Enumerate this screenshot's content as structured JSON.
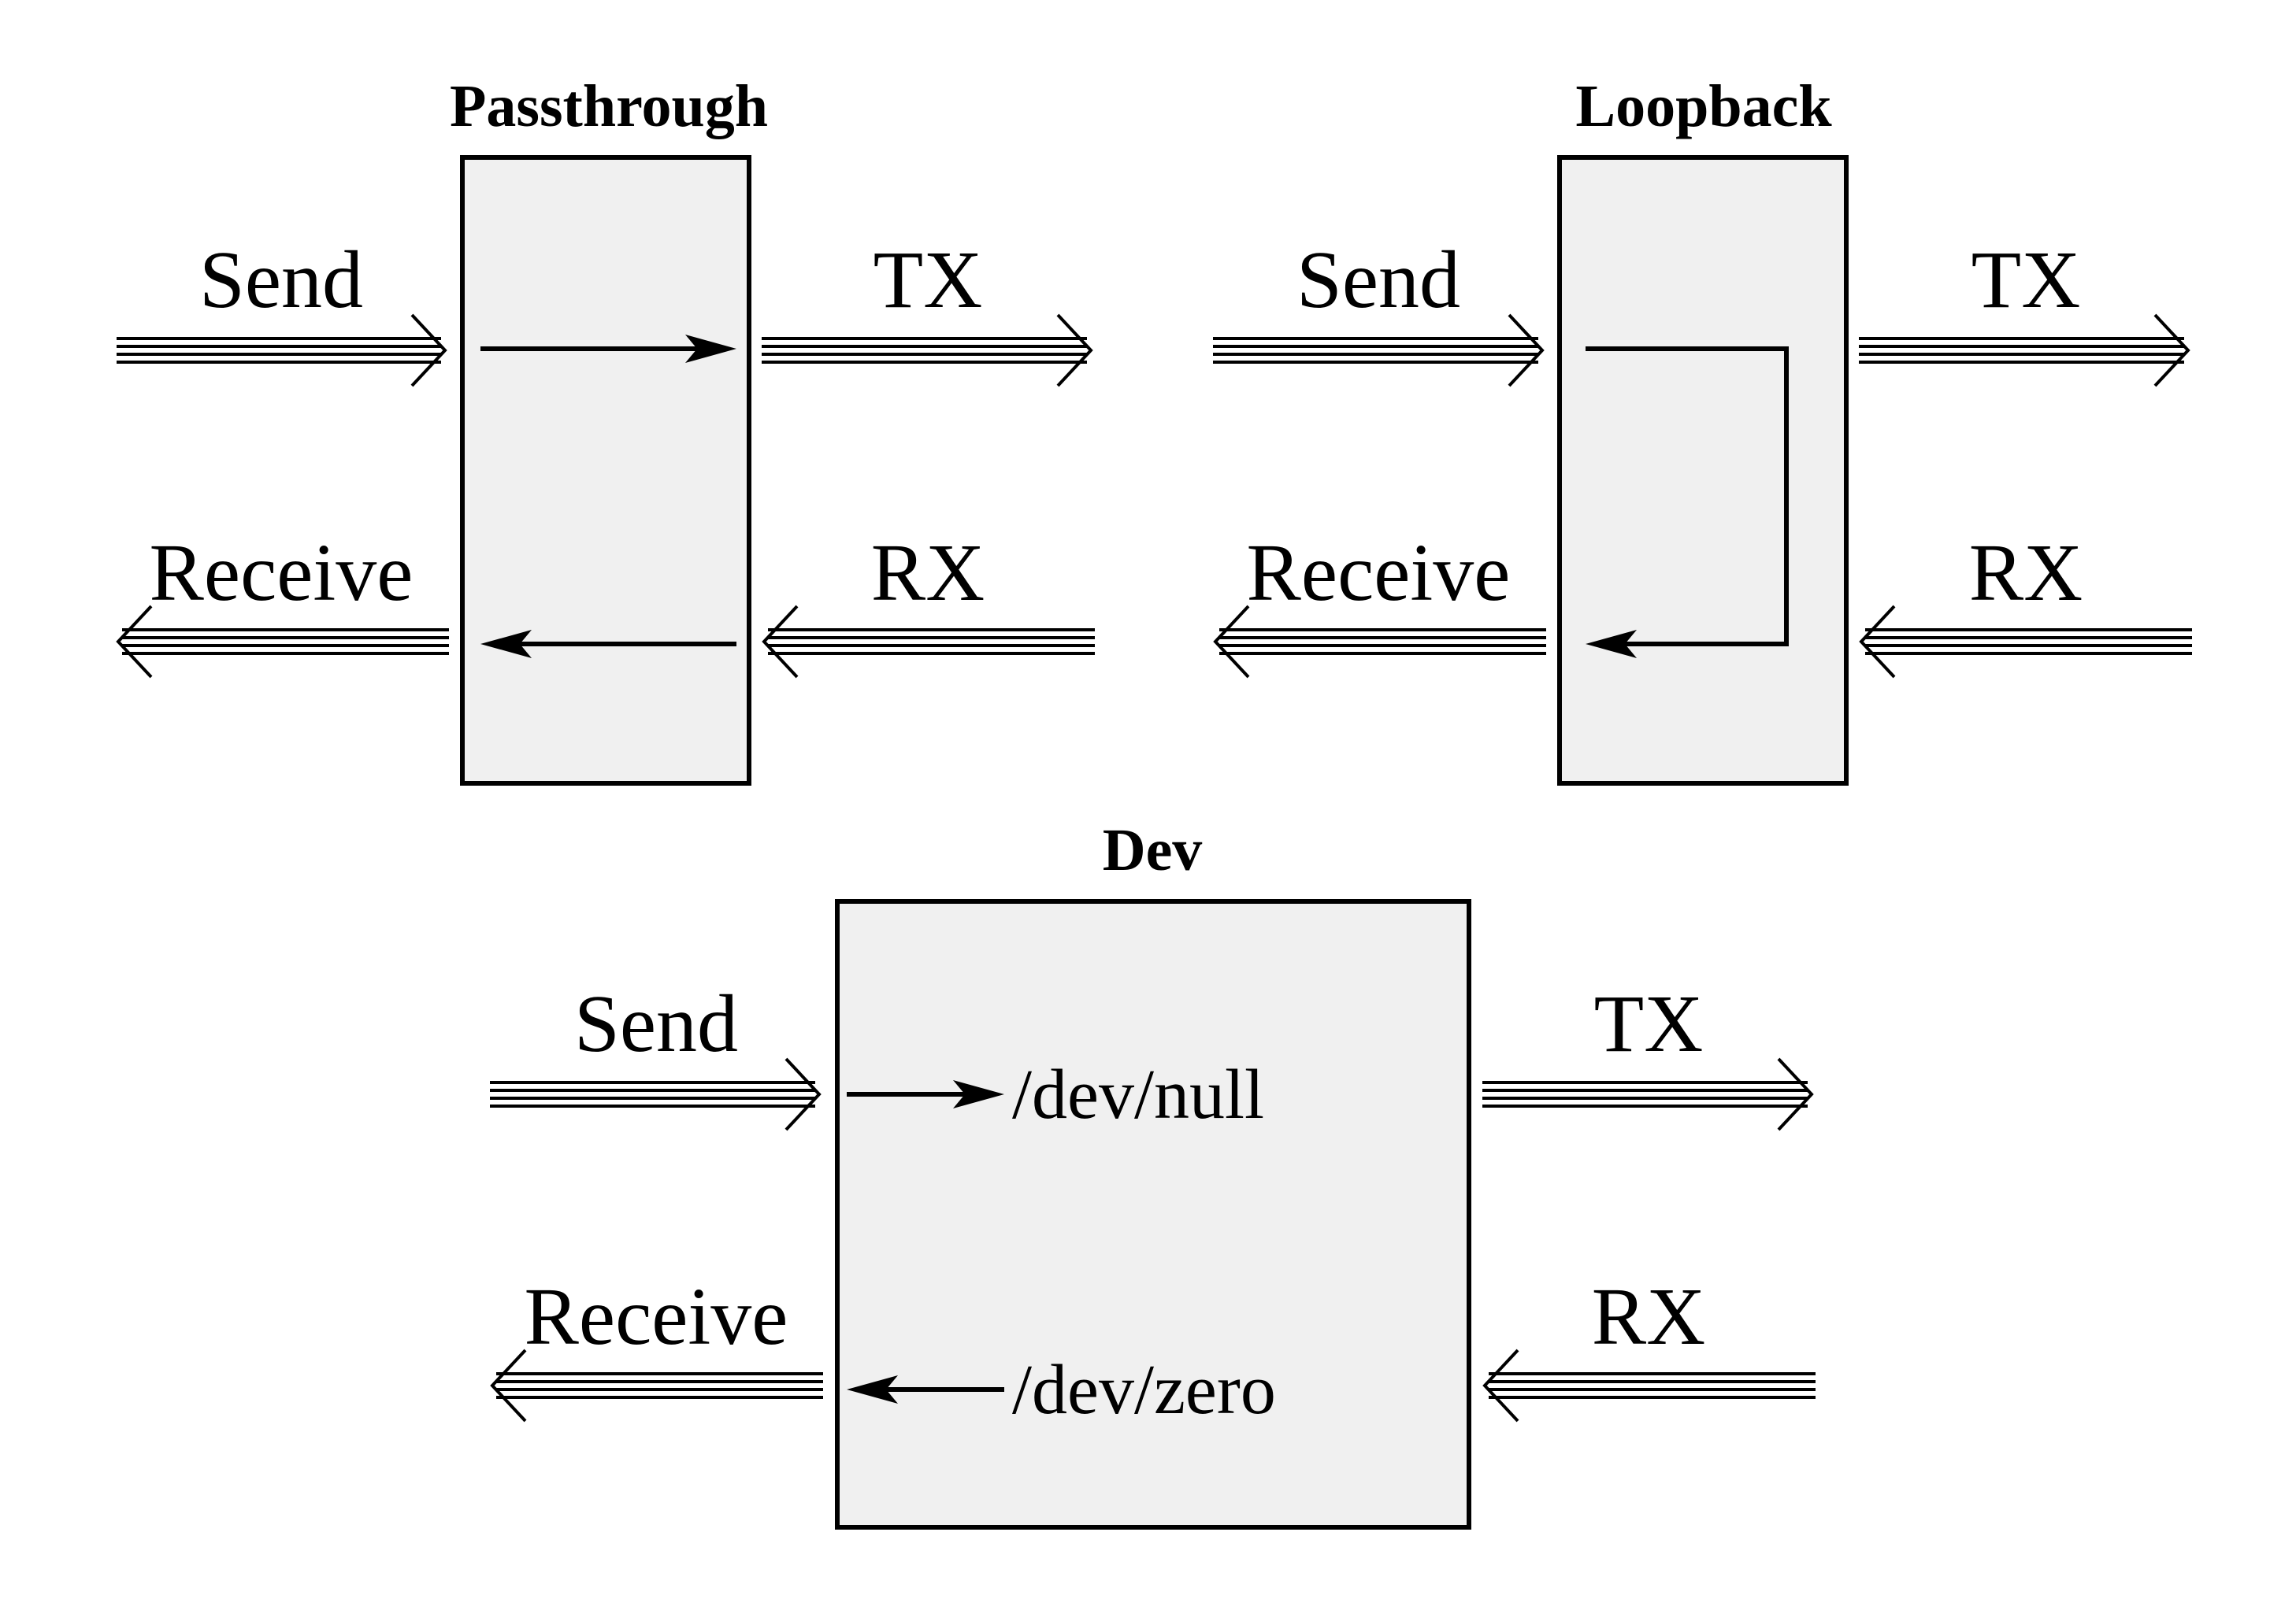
{
  "panels": {
    "passthrough": {
      "title": "Passthrough",
      "send": "Send",
      "receive": "Receive",
      "tx": "TX",
      "rx": "RX"
    },
    "loopback": {
      "title": "Loopback",
      "send": "Send",
      "receive": "Receive",
      "tx": "TX",
      "rx": "RX"
    },
    "dev": {
      "title": "Dev",
      "send": "Send",
      "receive": "Receive",
      "tx": "TX",
      "rx": "RX",
      "null_target": "/dev/null",
      "zero_source": "/dev/zero"
    }
  },
  "colors": {
    "box_fill": "#f0f0f0",
    "stroke": "#000000"
  }
}
